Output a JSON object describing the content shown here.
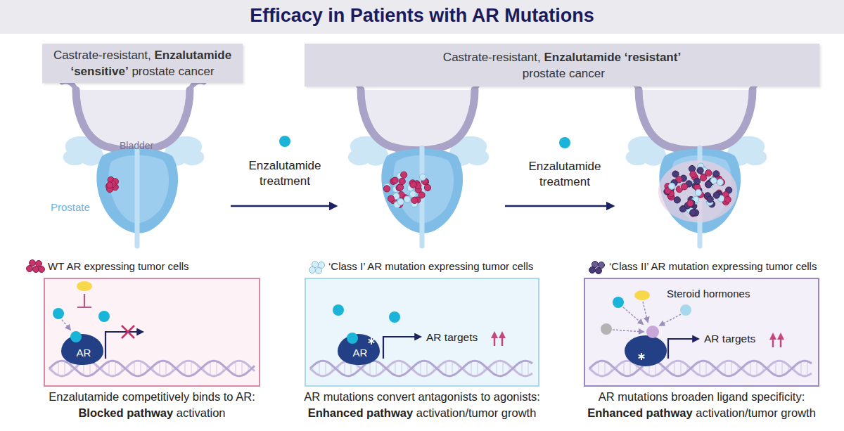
{
  "diagram": {
    "title": "Efficacy in Patients with AR Mutations",
    "nodes": [
      {
        "text": [
          "Castrate-resistant,",
          "Enzalutamide ‘sensitive’",
          "prostate cancer"
        ]
      },
      {
        "text": [
          "Castrate-resistant,",
          "Enzalutamide ‘resistant’",
          "prostate cancer"
        ]
      },
      {
        "text": [
          "WT AR expressing tumor cells",
          "Enzalutamide competitively binds to AR:",
          "Blocked pathway",
          "activation"
        ]
      },
      {
        "text": [
          "AR"
        ],
        "in": 2
      },
      {
        "text": [
          "‘Class I’ AR mutation expressing tumor cells",
          "AR mutations convert antagonists to agonists:",
          "Enhanced pathway",
          "activation/tumor growth"
        ]
      },
      {
        "text": [
          "AR"
        ],
        "in": 4
      },
      {
        "text": [
          "‘Class II’ AR mutation expressing tumor cells",
          "AR mutations broaden ligand specificity:",
          "Enhanced pathway",
          "activation/tumor growth"
        ]
      }
    ],
    "labels": [
      "Bladder",
      "Prostate",
      "Enzalutamide treatment",
      "Enzalutamide treatment",
      "AR targets",
      "Steroid hormones",
      "AR targets"
    ]
  }
}
